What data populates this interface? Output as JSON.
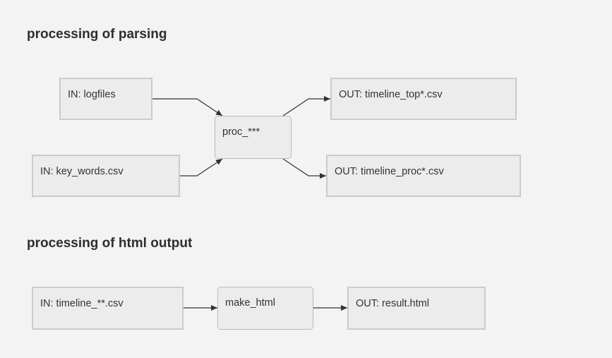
{
  "sections": [
    {
      "heading": "processing of parsing",
      "nodes": {
        "in_logfiles": "IN: logfiles",
        "in_keywords": "IN: key_words.csv",
        "proc": "proc_***",
        "out_top": "OUT: timeline_top*.csv",
        "out_proc": "OUT: timeline_proc*.csv"
      }
    },
    {
      "heading": "processing of html output",
      "nodes": {
        "in_timeline": "IN: timeline_**.csv",
        "make_html": "make_html",
        "out_result": "OUT: result.html"
      }
    }
  ],
  "colors": {
    "background": "#f3f3f3",
    "box_fill": "#ececec",
    "box_border": "#cbcbcb",
    "connector": "#333333"
  }
}
